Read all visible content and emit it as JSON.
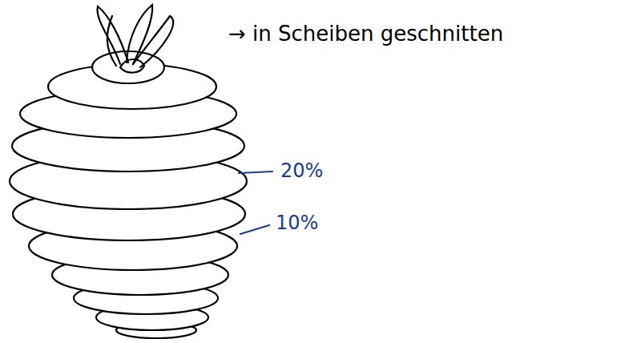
{
  "diagram": {
    "labels": [
      "→ in Scheiben geschnitten",
      "20%",
      "10%"
    ]
  }
}
